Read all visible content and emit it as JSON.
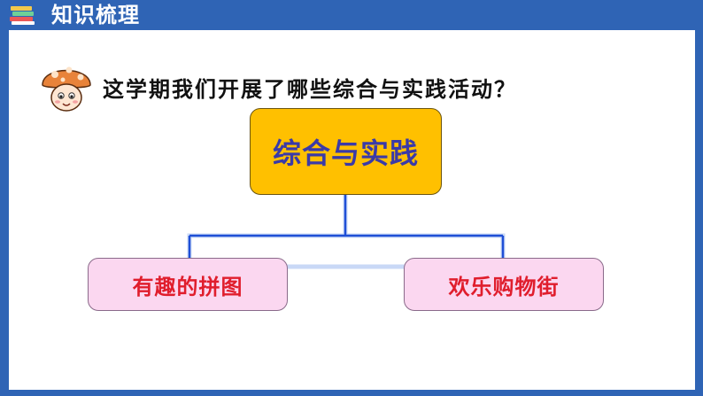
{
  "header": {
    "title": "知识梳理"
  },
  "question": "这学期我们开展了哪些综合与实践活动？",
  "diagram": {
    "root": "综合与实践",
    "children": [
      "有趣的拼图",
      "欢乐购物街"
    ]
  },
  "colors": {
    "header_bg": "#2f64b5",
    "root_fill": "#ffc000",
    "root_text": "#3a3aa8",
    "child_fill": "#fbd7f0",
    "child_text": "#e01e2d",
    "connector": "#1f4fd6"
  },
  "icons": {
    "header": "books-stack-icon",
    "mascot": "mushroom-character-icon"
  }
}
